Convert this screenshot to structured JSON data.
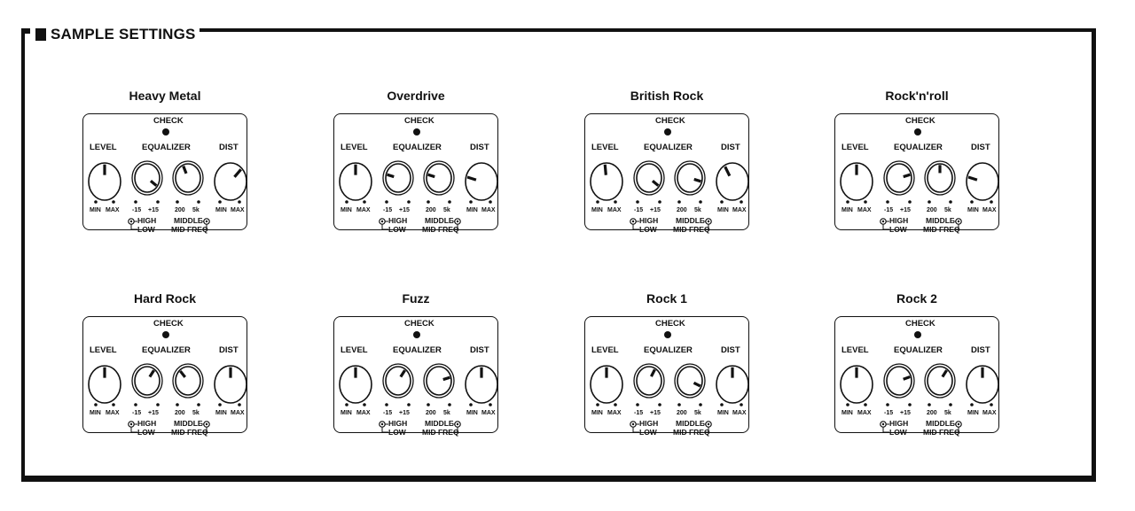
{
  "section": {
    "title": "SAMPLE SETTINGS"
  },
  "labels": {
    "check": "CHECK",
    "level": "LEVEL",
    "equalizer": "EQUALIZER",
    "dist": "DIST",
    "min": "MIN",
    "max": "MAX",
    "minus15": "-15",
    "plus15": "+15",
    "f200": "200",
    "f5k": "5k",
    "high": "HIGH",
    "low": "LOW",
    "middle": "MIDDLE",
    "midfreq": "MID FREQ"
  },
  "presets": [
    {
      "name": "Heavy Metal",
      "level": 0.5,
      "eq_tone": 0.92,
      "eq_middle": 0.42,
      "dist": 0.65
    },
    {
      "name": "Overdrive",
      "level": 0.5,
      "eq_tone": 0.25,
      "eq_middle": 0.25,
      "dist": 0.25
    },
    {
      "name": "British Rock",
      "level": 0.48,
      "eq_tone": 0.92,
      "eq_middle": 0.85,
      "dist": 0.4
    },
    {
      "name": "Rock'n'roll",
      "level": 0.5,
      "eq_tone": 0.75,
      "eq_middle": 0.5,
      "dist": 0.25
    },
    {
      "name": "Hard Rock",
      "level": 0.5,
      "eq_tone": 0.62,
      "eq_middle": 0.36,
      "dist": 0.5
    },
    {
      "name": "Fuzz",
      "level": 0.5,
      "eq_tone": 0.62,
      "eq_middle": 0.75,
      "dist": 0.5
    },
    {
      "name": "Rock 1",
      "level": 0.5,
      "eq_tone": 0.6,
      "eq_middle": 0.88,
      "dist": 0.5
    },
    {
      "name": "Rock 2",
      "level": 0.5,
      "eq_tone": 0.74,
      "eq_middle": 0.62,
      "dist": 0.5
    }
  ]
}
